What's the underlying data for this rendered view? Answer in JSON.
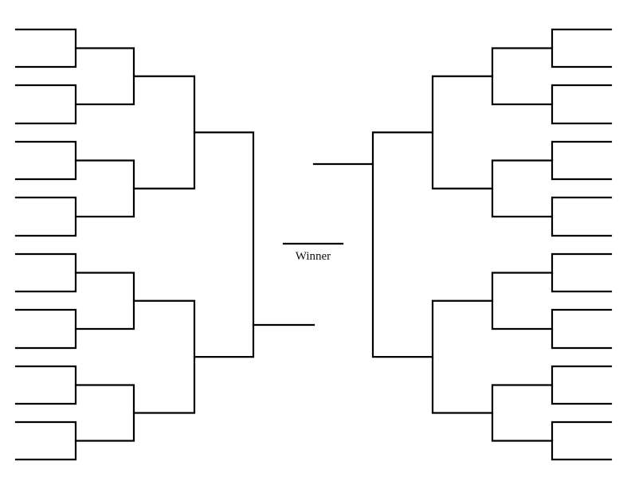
{
  "winner": {
    "label": "Winner"
  },
  "bracket": {
    "type": "single-elimination",
    "slots_per_side": 16,
    "sides": [
      "left",
      "right"
    ],
    "rounds": 5
  }
}
